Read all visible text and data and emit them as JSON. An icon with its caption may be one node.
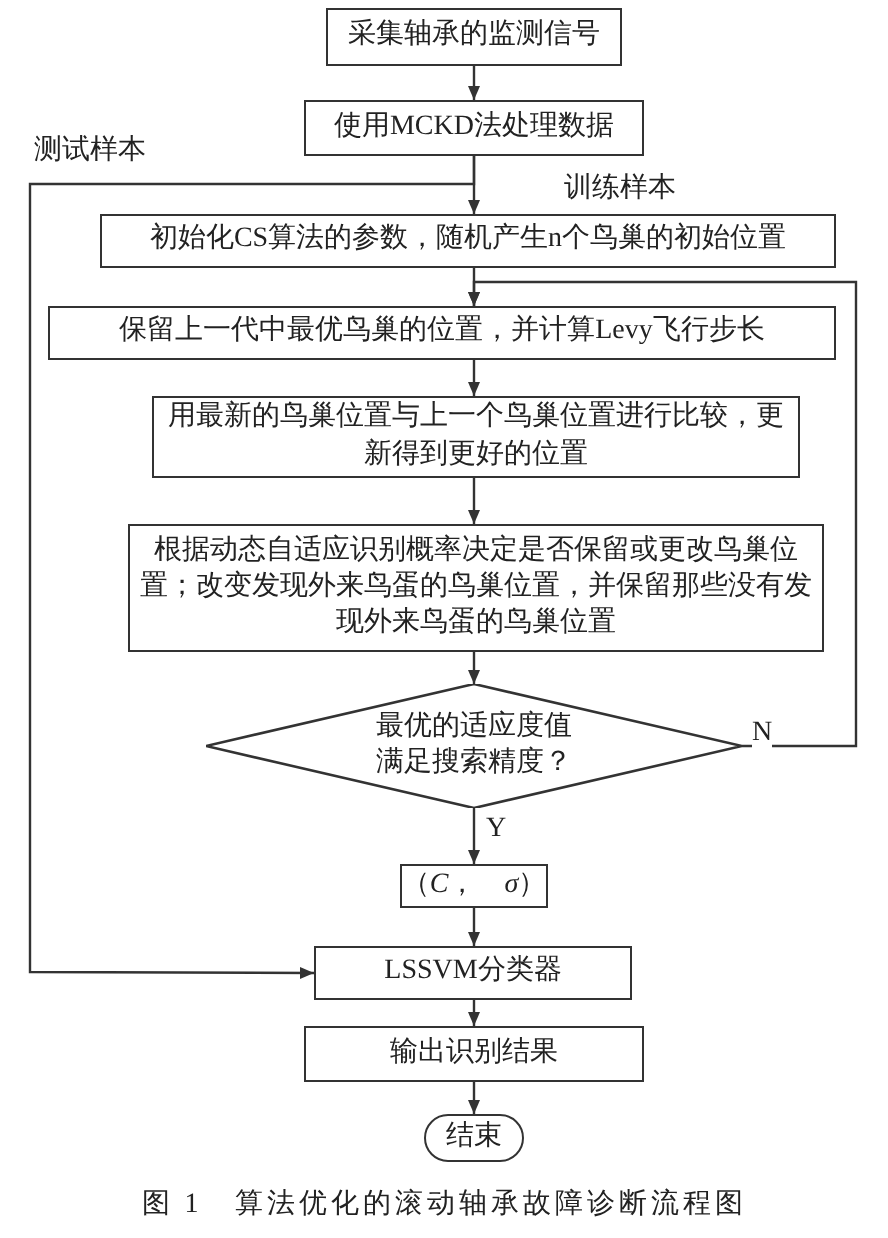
{
  "diagram": {
    "caption": "图 1　算法优化的滚动轴承故障诊断流程图",
    "nodes": [
      {
        "text": [
          "采集轴承的监测信号"
        ]
      },
      {
        "text": [
          "使用MCKD法处理数据"
        ]
      },
      {
        "text": [
          "初始化CS算法的参数，随机产生n个鸟巢的初始位置"
        ]
      },
      {
        "text": [
          "保留上一代中最优鸟巢的位置，并计算Levy飞行步长"
        ]
      },
      {
        "text": [
          "用最新的鸟巢位置与上一个鸟巢位置进行比较，更新得到更好的位置"
        ]
      },
      {
        "text": [
          "根据动态自适应识别概率决定是否保留或更改鸟巢位置；改变发现外来鸟蛋的鸟巢位置，并保留那些没有发现外来鸟蛋的鸟巢位置"
        ]
      },
      {
        "text": [
          "最优的适应度值满足搜索精度？"
        ]
      },
      {
        "text": [
          "（*C*，　*σ*）"
        ]
      },
      {
        "text": [
          "LSSVM分类器"
        ]
      },
      {
        "text": [
          "输出识别结果"
        ]
      },
      {
        "text": [
          "结束"
        ]
      }
    ],
    "edges": [
      {
        "from": 0,
        "to": 1,
        "arrow": "to"
      },
      {
        "from": 1,
        "to": 2,
        "arrow": "to",
        "label": "训练样本"
      },
      {
        "from": 1,
        "to": 8,
        "arrow": "to",
        "label": "测试样本"
      },
      {
        "from": 2,
        "to": 3,
        "arrow": "to"
      },
      {
        "from": 3,
        "to": 4,
        "arrow": "to"
      },
      {
        "from": 4,
        "to": 5,
        "arrow": "to"
      },
      {
        "from": 5,
        "to": 6,
        "arrow": "to"
      },
      {
        "from": 6,
        "to": 3,
        "arrow": "to",
        "label": "N"
      },
      {
        "from": 6,
        "to": 7,
        "arrow": "to",
        "label": "Y"
      },
      {
        "from": 7,
        "to": 8,
        "arrow": "to"
      },
      {
        "from": 8,
        "to": 9,
        "arrow": "to"
      },
      {
        "from": 9,
        "to": 10,
        "arrow": "to"
      }
    ]
  }
}
